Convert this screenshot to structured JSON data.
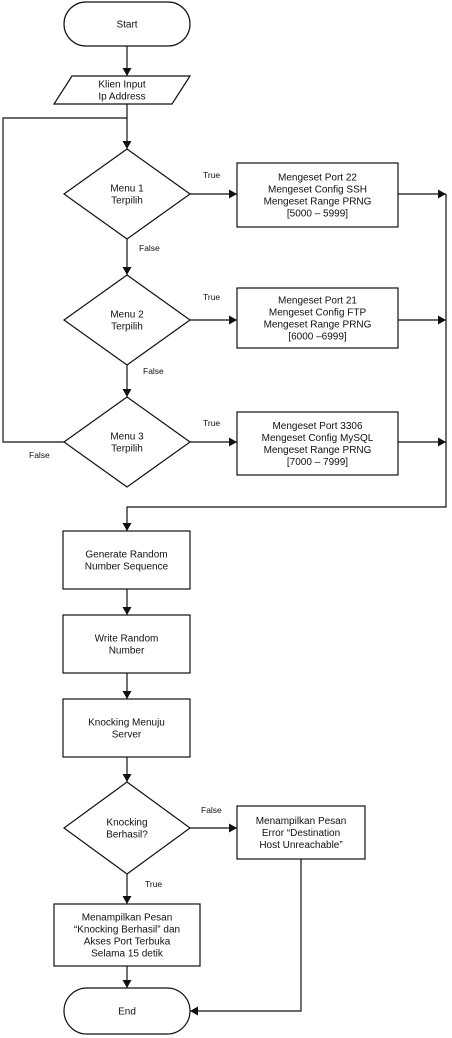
{
  "nodes": {
    "start": {
      "lines": [
        "Start"
      ]
    },
    "input": {
      "lines": [
        "Klien Input",
        "Ip Address"
      ]
    },
    "menu1": {
      "lines": [
        "Menu 1",
        "Terpilih"
      ]
    },
    "ssh": {
      "lines": [
        "Mengeset Port 22",
        "Mengeset Config SSH",
        "Mengeset Range PRNG",
        "[5000 – 5999]"
      ]
    },
    "menu2": {
      "lines": [
        "Menu 2",
        "Terpilih"
      ]
    },
    "ftp": {
      "lines": [
        "Mengeset Port 21",
        "Mengeset Config FTP",
        "Mengeset Range PRNG",
        "[6000 –6999]"
      ]
    },
    "menu3": {
      "lines": [
        "Menu 3",
        "Terpilih"
      ]
    },
    "mysql": {
      "lines": [
        "Mengeset Port 3306",
        "Mengeset Config MySQL",
        "Mengeset Range PRNG",
        "[7000 – 7999]"
      ]
    },
    "generate": {
      "lines": [
        "Generate Random",
        "Number Sequence"
      ]
    },
    "write": {
      "lines": [
        "Write Random",
        "Number"
      ]
    },
    "knock": {
      "lines": [
        "Knocking Menuju",
        "Server"
      ]
    },
    "check": {
      "lines": [
        "Knocking",
        "Berhasil?"
      ]
    },
    "error": {
      "lines": [
        "Menampilkan Pesan",
        "Error “Destination",
        "Host Unreachable”"
      ]
    },
    "success": {
      "lines": [
        "Menampilkan Pesan",
        "“Knocking Berhasil” dan",
        "Akses Port Terbuka",
        "Selama 15 detik"
      ]
    },
    "end": {
      "lines": [
        "End"
      ]
    }
  },
  "edge_labels": {
    "m1_true": "True",
    "m1_false": "False",
    "m2_true": "True",
    "m2_false": "False",
    "m3_true": "True",
    "m3_false": "False",
    "check_false": "False",
    "check_true": "True"
  }
}
